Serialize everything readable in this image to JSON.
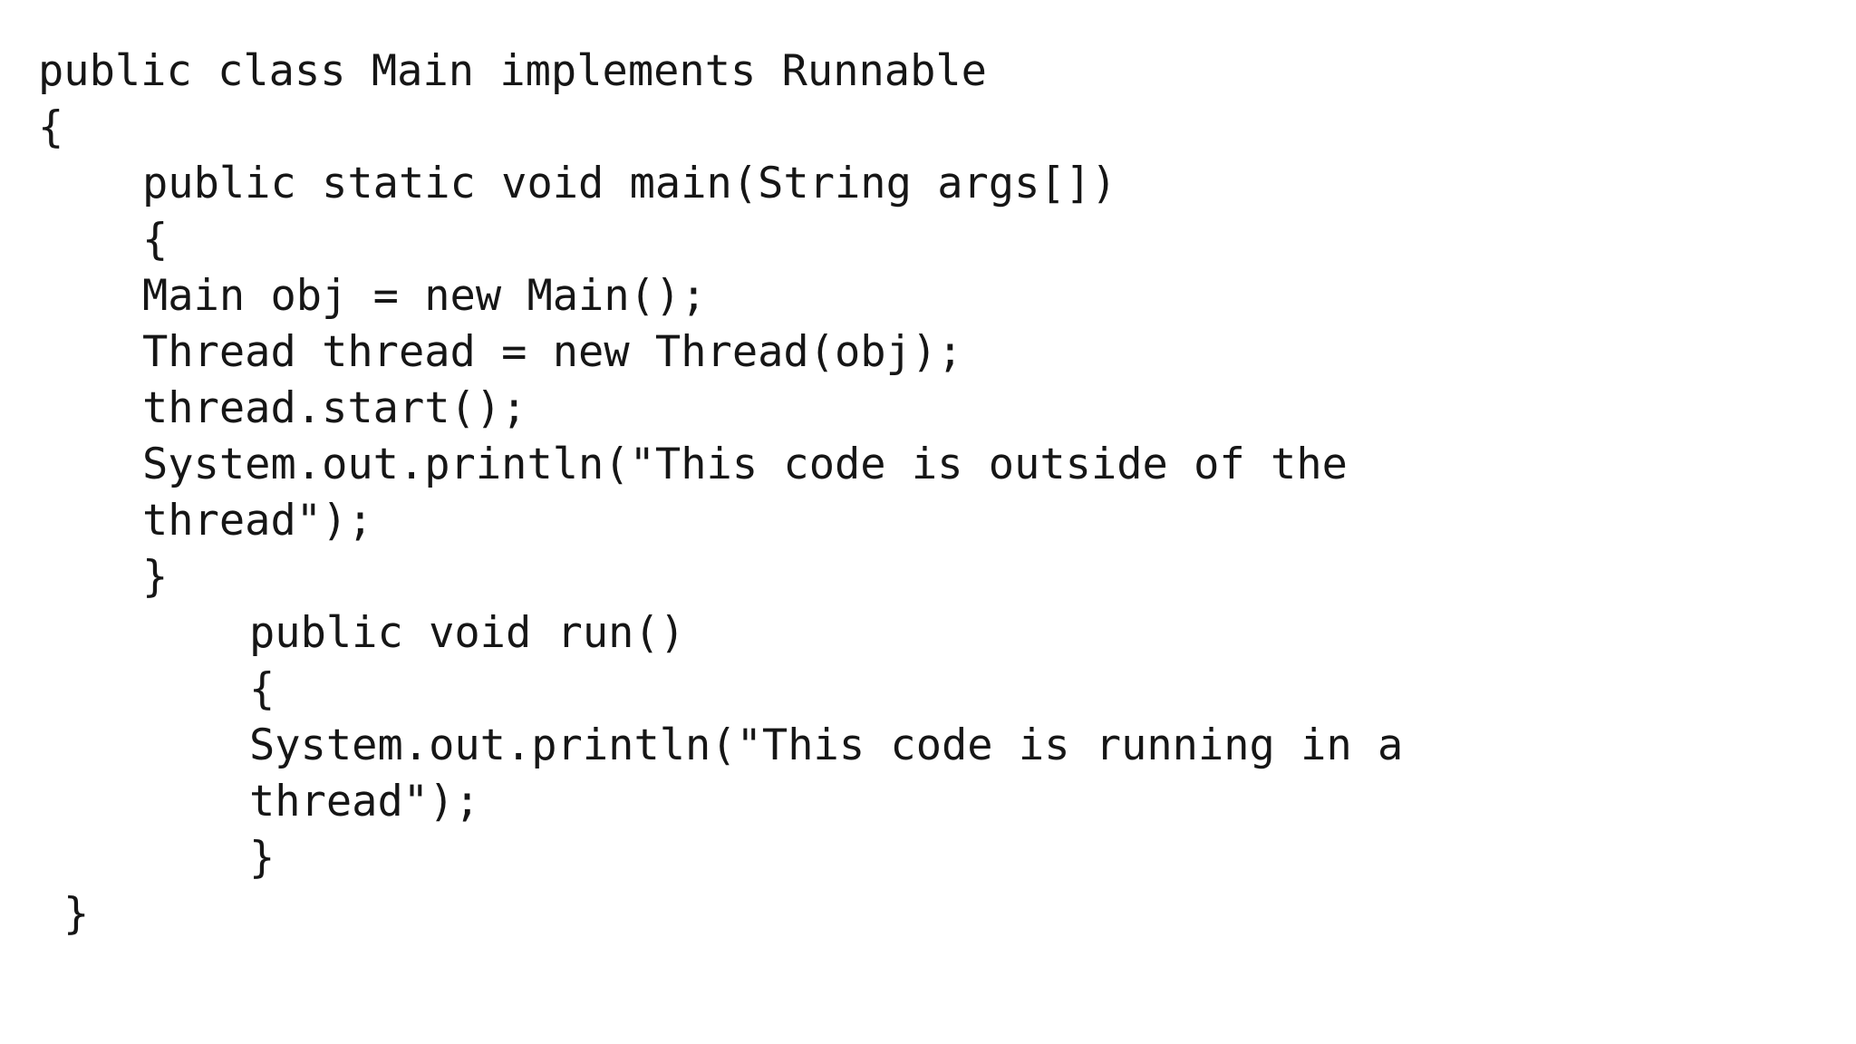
{
  "slide": {
    "background_color": "#ffffff",
    "text_color": "#161616",
    "language": "java"
  },
  "code": {
    "lines": [
      {
        "text": "public class Main implements Runnable",
        "indent": 0
      },
      {
        "text": "{",
        "indent": 0
      },
      {
        "text": "public static void main(String args[])",
        "indent": 2
      },
      {
        "text": "{",
        "indent": 2
      },
      {
        "text": "Main obj = new Main();",
        "indent": 2
      },
      {
        "text": "Thread thread = new Thread(obj);",
        "indent": 2
      },
      {
        "text": "thread.start();",
        "indent": 2
      },
      {
        "text": "System.out.println(\"This code is outside of the",
        "indent": 2
      },
      {
        "text": "thread\");",
        "indent": 2
      },
      {
        "text": "}",
        "indent": 2
      },
      {
        "text": "public void run()",
        "indent": 3
      },
      {
        "text": "{",
        "indent": 3
      },
      {
        "text": "System.out.println(\"This code is running in a",
        "indent": 3
      },
      {
        "text": "thread\");",
        "indent": 3
      },
      {
        "text": "}",
        "indent": 3
      },
      {
        "text": "}",
        "indent": 1
      }
    ]
  }
}
